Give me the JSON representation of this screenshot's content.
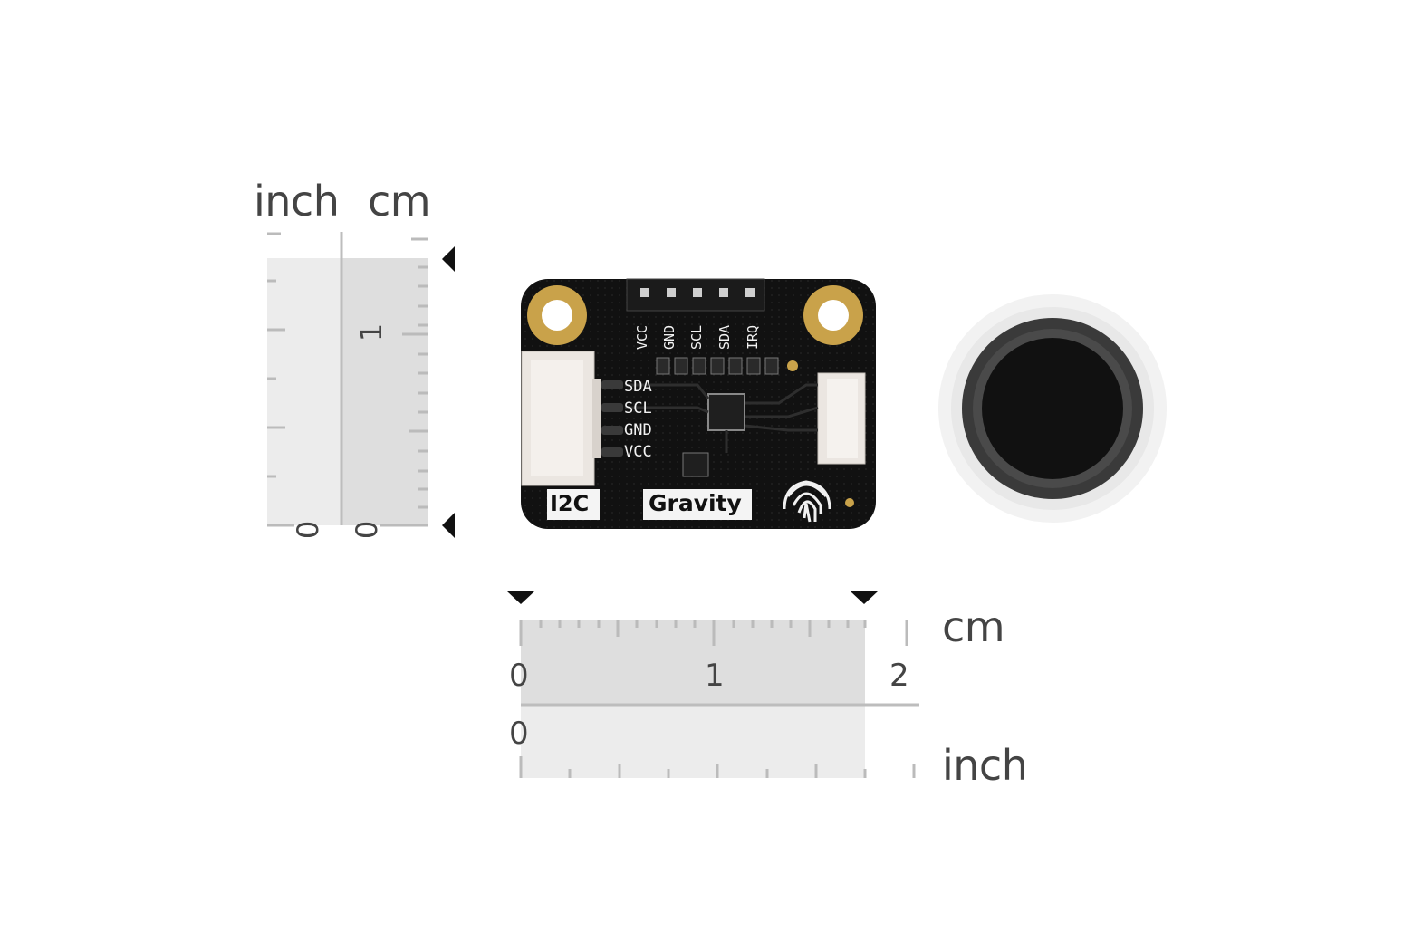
{
  "rulers": {
    "vertical": {
      "inch_label": "inch",
      "cm_label": "cm",
      "inch_zero": "0",
      "cm_zero": "0",
      "cm_one": "1"
    },
    "horizontal": {
      "cm_label": "cm",
      "inch_label": "inch",
      "cm_ticks": [
        "0",
        "1",
        "2"
      ],
      "inch_zero": "0"
    }
  },
  "board": {
    "top_pins": [
      "VCC",
      "GND",
      "SCL",
      "SDA",
      "IRQ"
    ],
    "side_pins": [
      "SDA",
      "SCL",
      "GND",
      "VCC"
    ],
    "label_i2c": "I2C",
    "label_brand": "Gravity"
  },
  "colors": {
    "pcb": "#111111",
    "pad_gold": "#c9a24a",
    "ruler_shade": "#e6e6e6",
    "ruler_shade_dark": "#dadada"
  },
  "icons": [
    "fingerprint-icon",
    "arrow-marker-icon"
  ]
}
